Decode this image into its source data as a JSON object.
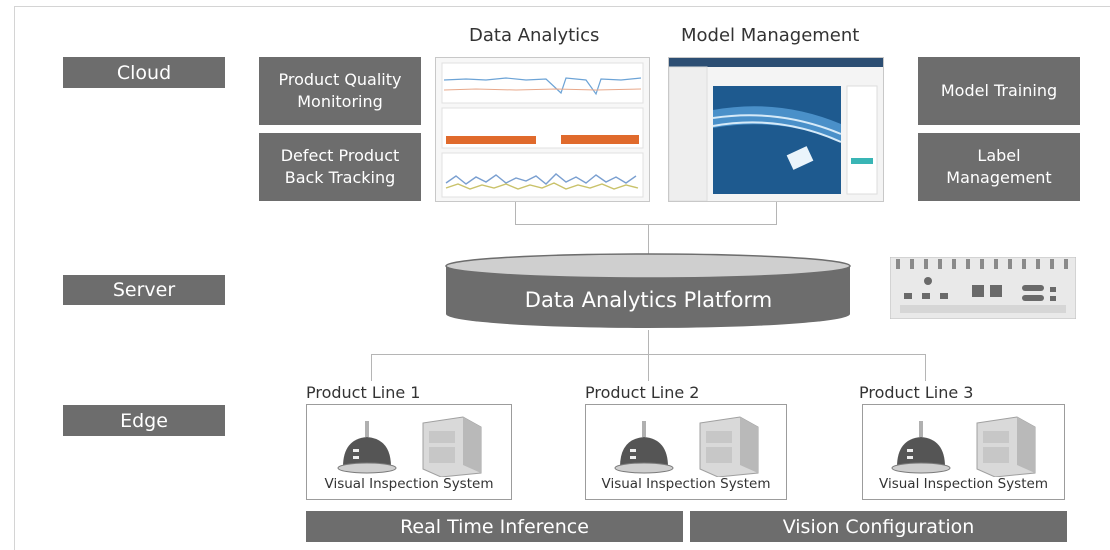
{
  "tiers": {
    "cloud": "Cloud",
    "server": "Server",
    "edge": "Edge"
  },
  "headings": {
    "data_analytics": "Data Analytics",
    "model_management": "Model Management"
  },
  "cloud_features": {
    "quality_monitoring": [
      "Product Quality",
      "Monitoring"
    ],
    "defect_tracking": [
      "Defect Product",
      "Back Tracking"
    ],
    "model_training": "Model Training",
    "label_management": [
      "Label",
      "Management"
    ]
  },
  "platform": "Data Analytics Platform",
  "product_lines": [
    {
      "label": "Product Line 1",
      "caption": "Visual Inspection System"
    },
    {
      "label": "Product Line 2",
      "caption": "Visual Inspection System"
    },
    {
      "label": "Product Line 3",
      "caption": "Visual Inspection System"
    }
  ],
  "bottom_bars": {
    "left": "Real Time Inference",
    "right": "Vision Configuration"
  },
  "colors": {
    "box_fill": "#6d6d6d",
    "connector": "#b5b5b5",
    "cylinder": "#6d6d6d"
  },
  "icons": [
    "inspection-camera-icon",
    "industrial-pc-icon",
    "server-hardware-icon"
  ]
}
